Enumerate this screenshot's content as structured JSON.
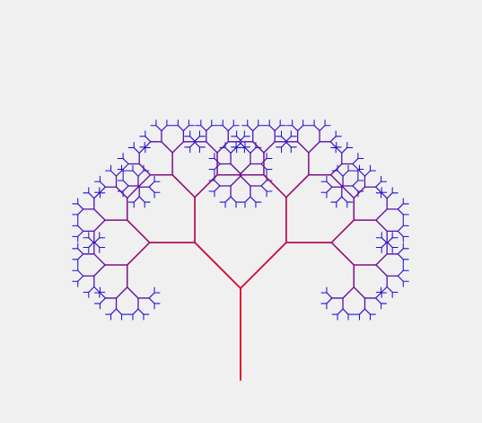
{
  "scene": {
    "background_color": "#f0f0f0",
    "recursion_depth": 8,
    "branch_angle_degrees": 45,
    "length_ratio": 0.7,
    "colors": {
      "trunk": "#e8102a",
      "tips": "#1a10e0"
    }
  }
}
